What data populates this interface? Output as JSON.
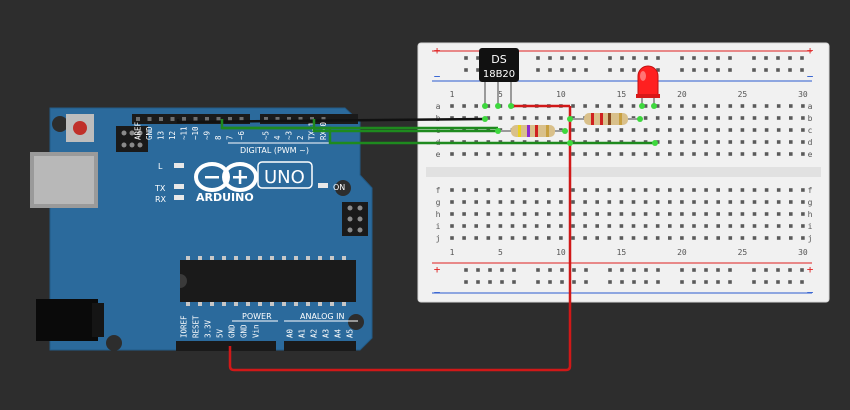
{
  "colors": {
    "canvas": "#2d2d2d",
    "board": "#2b6a9c",
    "board_text": "#ffffff",
    "breadboard": "#f1f1f1",
    "rail_red": "#e02020",
    "rail_blue": "#2a5bd0",
    "wire_black": "#111111",
    "wire_green": "#1e8a1e",
    "wire_red": "#d01818",
    "led": "#ff2020",
    "sensor": "#111111"
  },
  "arduino": {
    "brand": "ARDUINO",
    "model": "UNO",
    "on_label": "ON",
    "l_label": "L",
    "tx_label": "TX",
    "rx_label": "RX",
    "digital_label": "DIGITAL (PWM ~)",
    "power_label": "POWER",
    "analog_label": "ANALOG IN",
    "digital_pins": [
      "AREF",
      "GND",
      "13",
      "12",
      "~11",
      "~10",
      "~9",
      "8",
      "7",
      "~6",
      "~5",
      "4",
      "~3",
      "2",
      "TX→1",
      "RX←0"
    ],
    "power_pins": [
      "IOREF",
      "RESET",
      "3.3V",
      "5V",
      "GND",
      "GND",
      "Vin"
    ],
    "analog_pins": [
      "A0",
      "A1",
      "A2",
      "A3",
      "A4",
      "A5"
    ]
  },
  "breadboard": {
    "column_numbers": [
      "1",
      "5",
      "10",
      "15",
      "20",
      "25",
      "30"
    ],
    "rows_top": [
      "a",
      "b",
      "c",
      "d",
      "e"
    ],
    "rows_bottom": [
      "f",
      "g",
      "h",
      "i",
      "j"
    ],
    "plus_sign": "+",
    "minus_sign": "−"
  },
  "sensor": {
    "line1": "DS",
    "line2": "18B20"
  }
}
